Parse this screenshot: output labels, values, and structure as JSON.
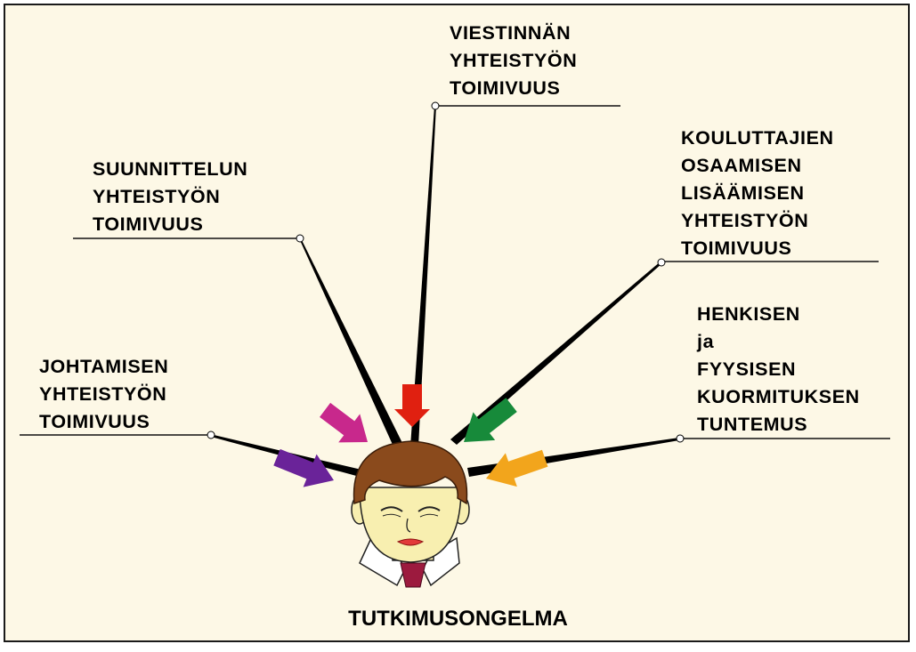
{
  "diagram": {
    "labels": {
      "viestinta": [
        "VIESTINNÄN",
        "YHTEISTYÖN",
        "TOIMIVUUS"
      ],
      "suunnittelu": [
        "SUUNNITTELUN",
        "YHTEISTYÖN",
        "TOIMIVUUS"
      ],
      "koulutus": [
        "KOULUTTAJIEN",
        "OSAAMISEN",
        "LISÄÄMISEN",
        "YHTEISTYÖN",
        "TOIMIVUUS"
      ],
      "henkinen": [
        "HENKISEN",
        "ja",
        "FYYSISEN",
        "KUORMITUKSEN",
        "TUNTEMUS"
      ],
      "johtaminen": [
        "JOHTAMISEN",
        "YHTEISTYÖN",
        "TOIMIVUUS"
      ]
    },
    "title": "TUTKIMUSONGELMA"
  },
  "colors": {
    "background": "#fdf8e6",
    "arrow_viestinta": "#e02010",
    "arrow_suunnittelu": "#c8288c",
    "arrow_koulutus": "#178a3a",
    "arrow_henkinen": "#f2a51c",
    "arrow_johtaminen": "#6a2399",
    "hair": "#8a4a1c",
    "skin": "#f8efb0",
    "tie": "#9c1a3e"
  },
  "icons": [
    "head-icon"
  ]
}
